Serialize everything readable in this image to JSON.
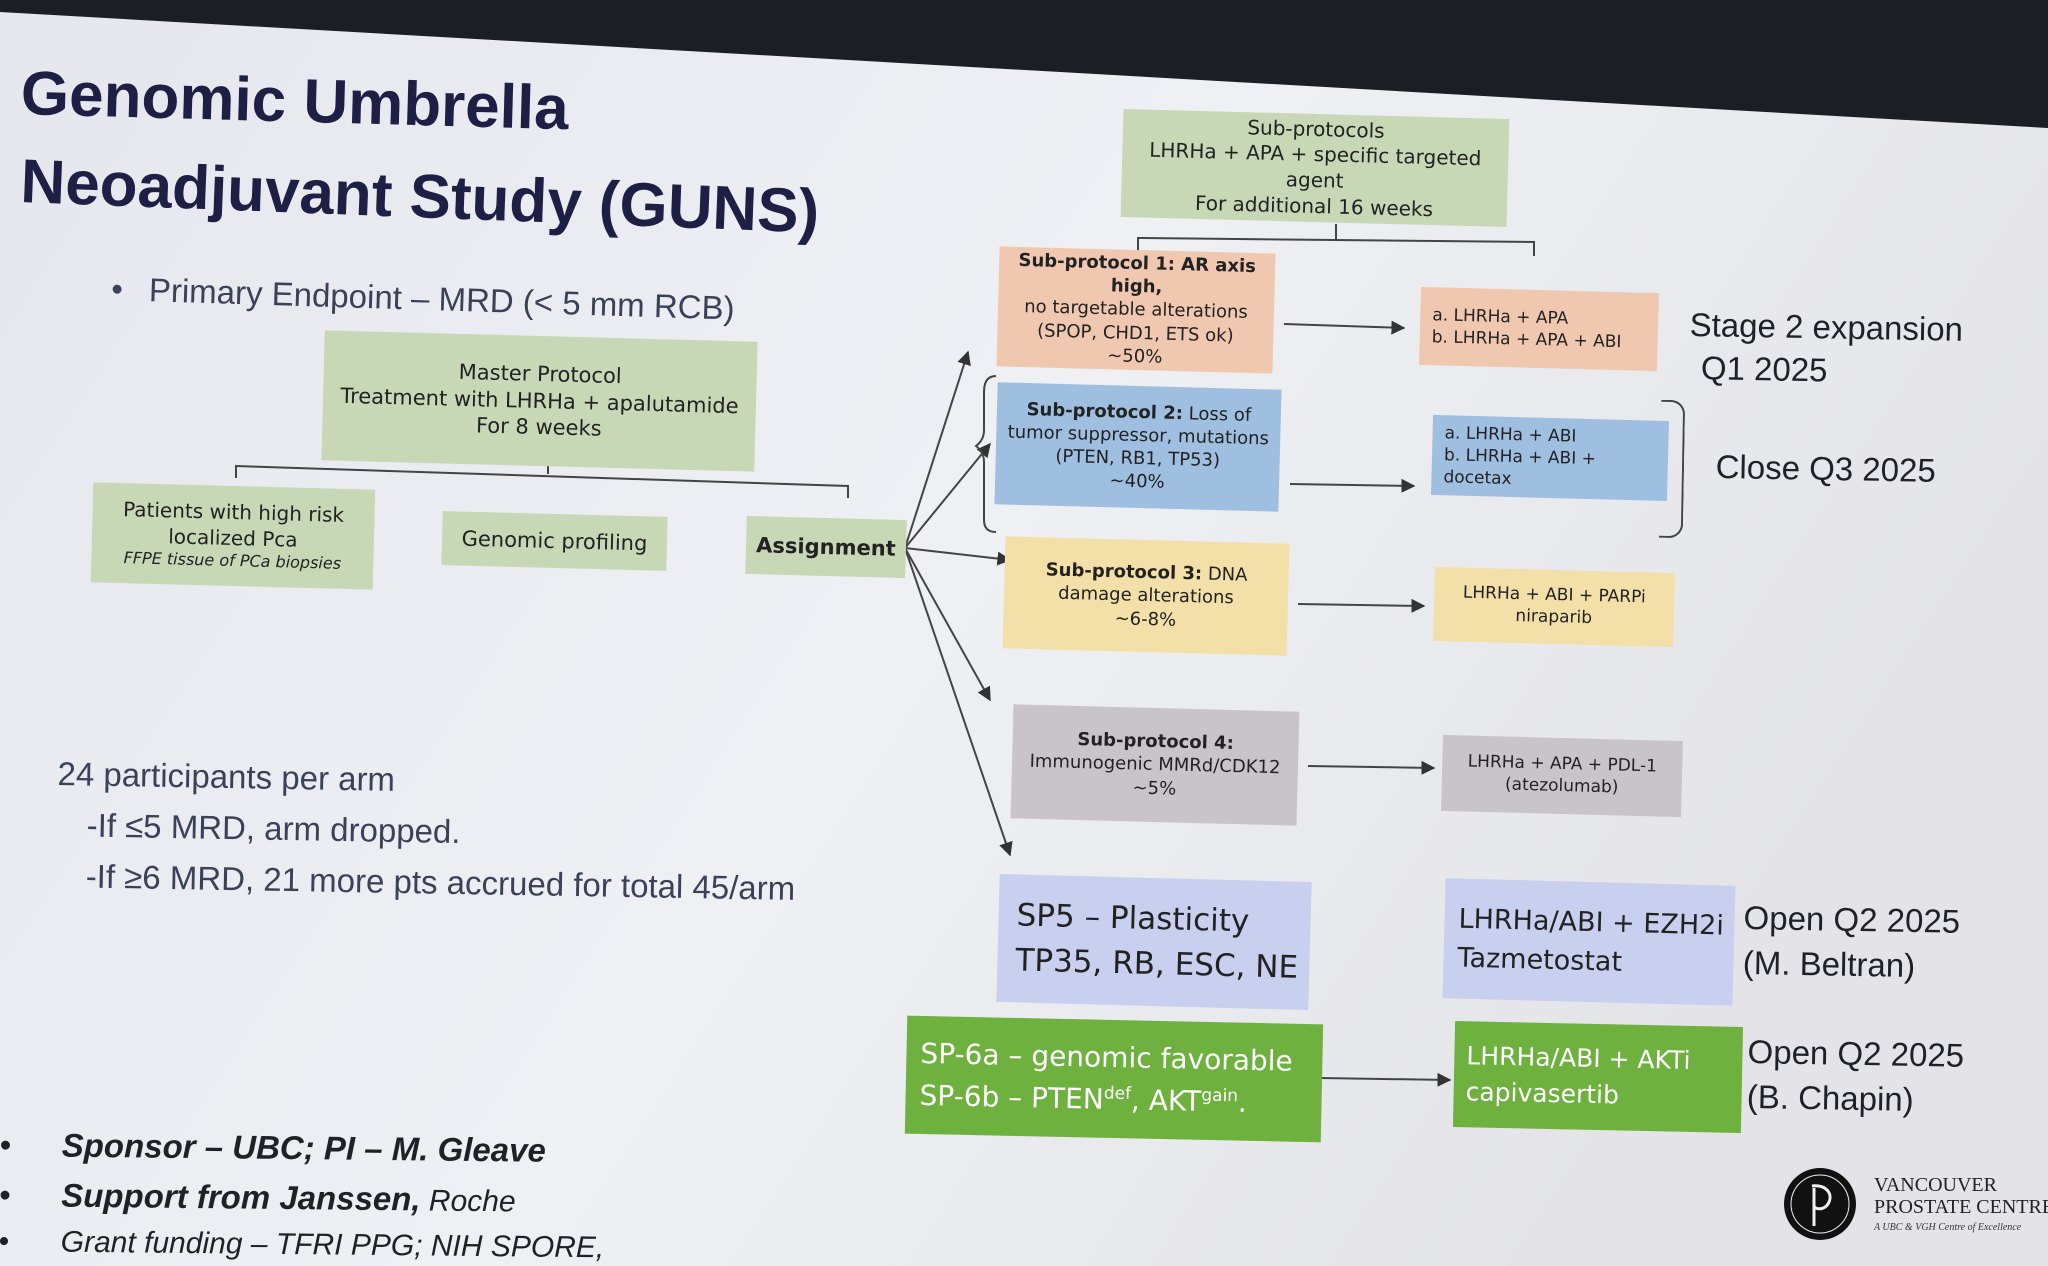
{
  "title": {
    "line1": "Genomic Umbrella",
    "line2": "Neoadjuvant Study (GUNS)"
  },
  "primary_endpoint": "Primary Endpoint – MRD (< 5 mm RCB)",
  "master_protocol": {
    "line1": "Master Protocol",
    "line2": "Treatment with LHRHa + apalutamide",
    "line3": "For 8 weeks"
  },
  "patients": {
    "line1": "Patients with high risk",
    "line2": "localized Pca",
    "line3": "FFPE tissue of PCa biopsies"
  },
  "genomic_profiling": "Genomic profiling",
  "assignment": "Assignment",
  "sub_protocols_header": {
    "line1": "Sub-protocols",
    "line2": "LHRHa + APA + specific targeted agent",
    "line3": "For additional 16 weeks"
  },
  "sp1": {
    "title": "Sub-protocol 1: AR axis high,",
    "line2": "no targetable alterations",
    "line3": "(SPOP, CHD1, ETS ok)",
    "line4": "~50%"
  },
  "sp1_arms": {
    "a": "a.  LHRHa + APA",
    "b": "b.  LHRHa + APA + ABI"
  },
  "sp2": {
    "title": "Sub-protocol 2:",
    "title_rest": " Loss of",
    "line2": "tumor suppressor, mutations",
    "line3": "(PTEN, RB1, TP53)",
    "line4": "~40%"
  },
  "sp2_arms": {
    "a": "a.  LHRHa + ABI",
    "b": "b.  LHRHa + ABI + docetax"
  },
  "sp3": {
    "title": "Sub-protocol 3:",
    "title_rest": " DNA",
    "line2": "damage alterations",
    "line3": "~6-8%"
  },
  "sp3_arm": {
    "line1": "LHRHa + ABI + PARPi",
    "line2": "niraparib"
  },
  "sp4": {
    "title": "Sub-protocol 4:",
    "line2": "Immunogenic MMRd/CDK12",
    "line3": "~5%"
  },
  "sp4_arm": {
    "line1": "LHRHa + APA + PDL-1",
    "line2": "(atezolumab)"
  },
  "sp5": {
    "line1": "SP5 – Plasticity",
    "line2": "TP35, RB, ESC, NE"
  },
  "sp5_arm": {
    "line1": "LHRHa/ABI + EZH2i",
    "line2": "Tazmetostat"
  },
  "sp6": {
    "line1": "SP-6a – genomic favorable",
    "line2_prefix": "SP-6b – PTEN",
    "sup1": "def",
    "mid": ", AKT",
    "sup2": "gain",
    "end": "."
  },
  "sp6_arm": {
    "line1": "LHRHa/ABI + AKTi",
    "line2": "capivasertib"
  },
  "status": {
    "stage2_line1": "Stage 2 expansion",
    "stage2_line2": "Q1 2025",
    "close": "Close Q3 2025",
    "open1_line1": "Open Q2 2025",
    "open1_line2": "(M. Beltran)",
    "open2_line1": "Open Q2 2025",
    "open2_line2": "(B. Chapin)"
  },
  "participants": {
    "line1": "24 participants per arm",
    "line2": "-If ≤5 MRD, arm dropped.",
    "line3": "-If ≥6 MRD, 21 more pts accrued for total 45/arm"
  },
  "footer": {
    "sponsor": "Sponsor – UBC; PI – M. Gleave",
    "support_bold": "Support from Janssen,",
    "support_rest": " Roche",
    "grant": "Grant funding – TFRI PPG; NIH SPORE,"
  },
  "logo": {
    "name_line1": "VANCOUVER",
    "name_line2": "PROSTATE CENTRE",
    "tagline": "A UBC & VGH Centre of Excellence"
  },
  "colors": {
    "title": "#1e1f45",
    "green_box": "#c8d7b6",
    "orange_box": "#f0c8b0",
    "blue_box": "#9fbfe0",
    "yellow_box": "#f3e0a8",
    "gray_box": "#c9c4c7",
    "lavender_box": "#c9cfee",
    "bright_green_box": "#6fb13f"
  }
}
